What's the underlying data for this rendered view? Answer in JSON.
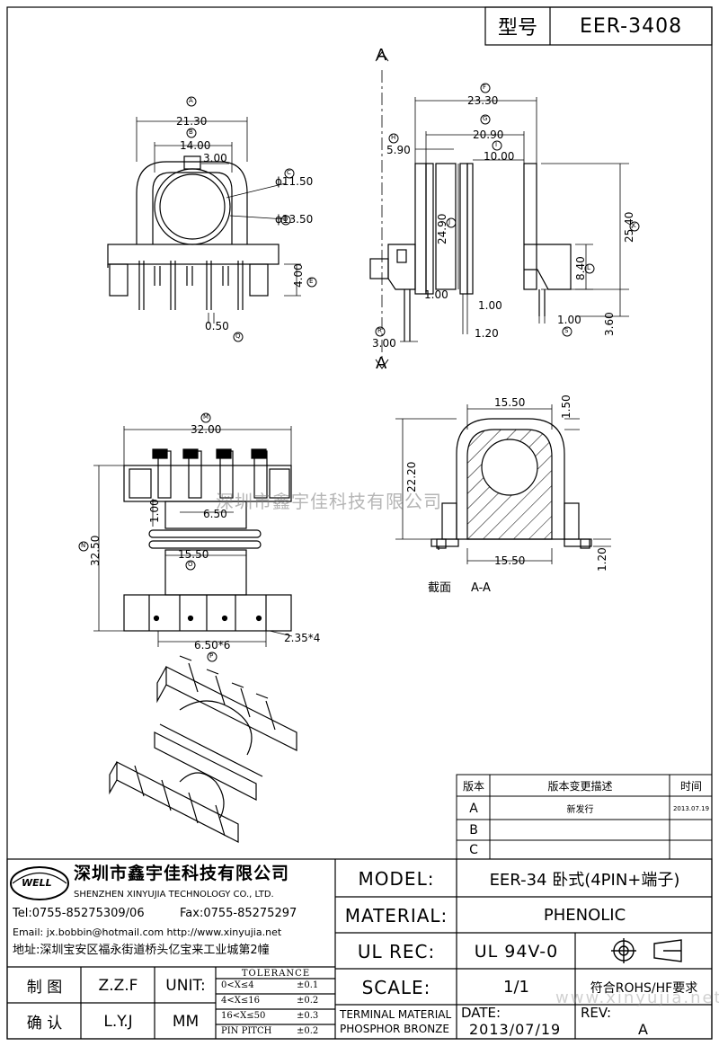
{
  "header": {
    "type_label": "型号",
    "type_value": "EER-3408"
  },
  "dims": {
    "front": {
      "A": "21.30",
      "B": "14.00",
      "c3": "3.00",
      "C": "ϕ11.50",
      "D": "ϕ13.50",
      "E": "4.00",
      "G": "0.50"
    },
    "side": {
      "F": "23.30",
      "G": "20.90",
      "H": "5.90",
      "I": "10.00",
      "J": "24.90",
      "K": "25.40",
      "L": "8.40",
      "d1a": "1.00",
      "d1b": "1.00",
      "d12": "1.20",
      "R": "3.00",
      "S": "1.00",
      "d36": "3.60"
    },
    "top": {
      "M": "32.00",
      "N": "32.50",
      "d1": "1.00",
      "d65": "6.50",
      "O": "15.50",
      "P": "6.50*6",
      "pin": "2.35*4"
    },
    "section": {
      "top": "15.50",
      "d150": "1.50",
      "h": "22.20",
      "bottom": "15.50",
      "d120": "1.20",
      "caption": "截面",
      "caption_aa": "A-A"
    },
    "letters": {
      "A": "A",
      "B": "B",
      "C": "C",
      "D": "D",
      "E": "E",
      "F": "F",
      "G": "G",
      "H": "H",
      "I": "I",
      "J": "J",
      "K": "K",
      "L": "L",
      "M": "M",
      "N": "N",
      "O": "O",
      "P": "P",
      "Q": "Q",
      "R": "R",
      "S": "S"
    },
    "section_arrow": "A"
  },
  "watermark": "深圳市鑫宇佳科技有限公司",
  "watermark_url": "www.xinyujia.net",
  "revision": {
    "headers": [
      "版本",
      "版本变更描述",
      "时间"
    ],
    "rows": [
      {
        "ver": "A",
        "desc": "新发行",
        "date": "2013.07.19"
      },
      {
        "ver": "B",
        "desc": "",
        "date": ""
      },
      {
        "ver": "C",
        "desc": "",
        "date": ""
      }
    ]
  },
  "company": {
    "logo_text": "WELL",
    "name_cn": "深圳市鑫宇佳科技有限公司",
    "name_en": "SHENZHEN XINYUJIA TECHNOLOGY CO., LTD.",
    "tel": "Tel:0755-85275309/06",
    "fax": "Fax:0755-85275297",
    "email": "Email: jx.bobbin@hotmail.com http://www.xinyujia.net",
    "address": "地址:深圳宝安区福永街道桥头亿宝来工业城第2幢"
  },
  "signoff": {
    "draw_label": "制 图",
    "draw_value": "Z.Z.F",
    "check_label": "确 认",
    "check_value": "L.Y.J",
    "unit_label": "UNIT:",
    "unit_value": "MM"
  },
  "tolerance": {
    "title": "TOLERANCE",
    "rows": [
      {
        "range": "0<X≤4",
        "value": "±0.1"
      },
      {
        "range": "4<X≤16",
        "value": "±0.2"
      },
      {
        "range": "16<X≤50",
        "value": "±0.3"
      },
      {
        "range": "PIN PITCH",
        "value": "±0.2"
      }
    ]
  },
  "spec": {
    "model_label": "MODEL:",
    "model_value": "EER-34 卧式(4PIN+端子)",
    "material_label": "MATERIAL:",
    "material_value": "PHENOLIC",
    "ulrec_label": "UL REC:",
    "ulrec_value": "UL 94V-0",
    "scale_label": "SCALE:",
    "scale_value": "1/1",
    "rohs": "符合ROHS/HF要求",
    "terminal1": "TERMINAL MATERIAL",
    "terminal2": "PHOSPHOR BRONZE",
    "date_label": "DATE:",
    "date_value": "2013/07/19",
    "rev_label": "REV:",
    "rev_value": "A"
  }
}
